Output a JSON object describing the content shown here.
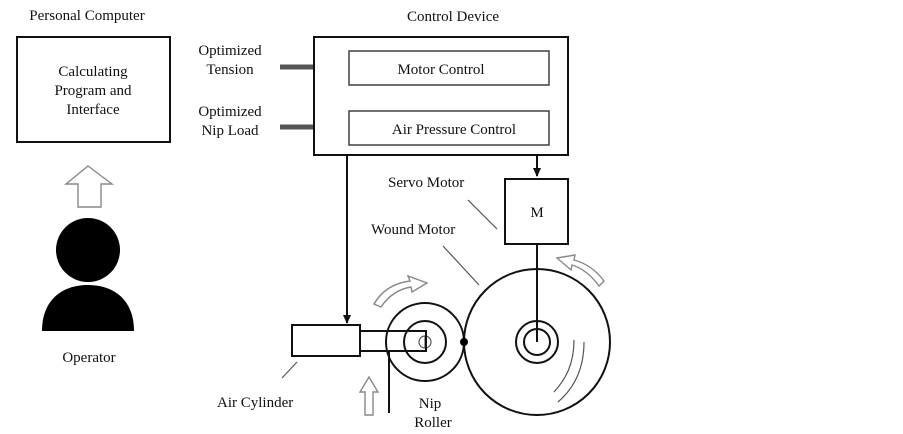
{
  "personal_computer": {
    "title": "Personal Computer",
    "box_lines": [
      "Calculating",
      "Program and",
      "Interface"
    ]
  },
  "operator": {
    "label": "Operator"
  },
  "inputs": {
    "tension": [
      "Optimized",
      "Tension"
    ],
    "nip_load": [
      "Optimized",
      "Nip Load"
    ]
  },
  "control_device": {
    "title": "Control Device",
    "motor_control": "Motor Control",
    "air_pressure_control": "Air Pressure Control"
  },
  "components": {
    "servo_motor": "Servo Motor",
    "motor_symbol": "M",
    "wound_motor": "Wound Motor",
    "air_cylinder": "Air Cylinder",
    "nip_roller": [
      "Nip",
      "Roller"
    ]
  }
}
